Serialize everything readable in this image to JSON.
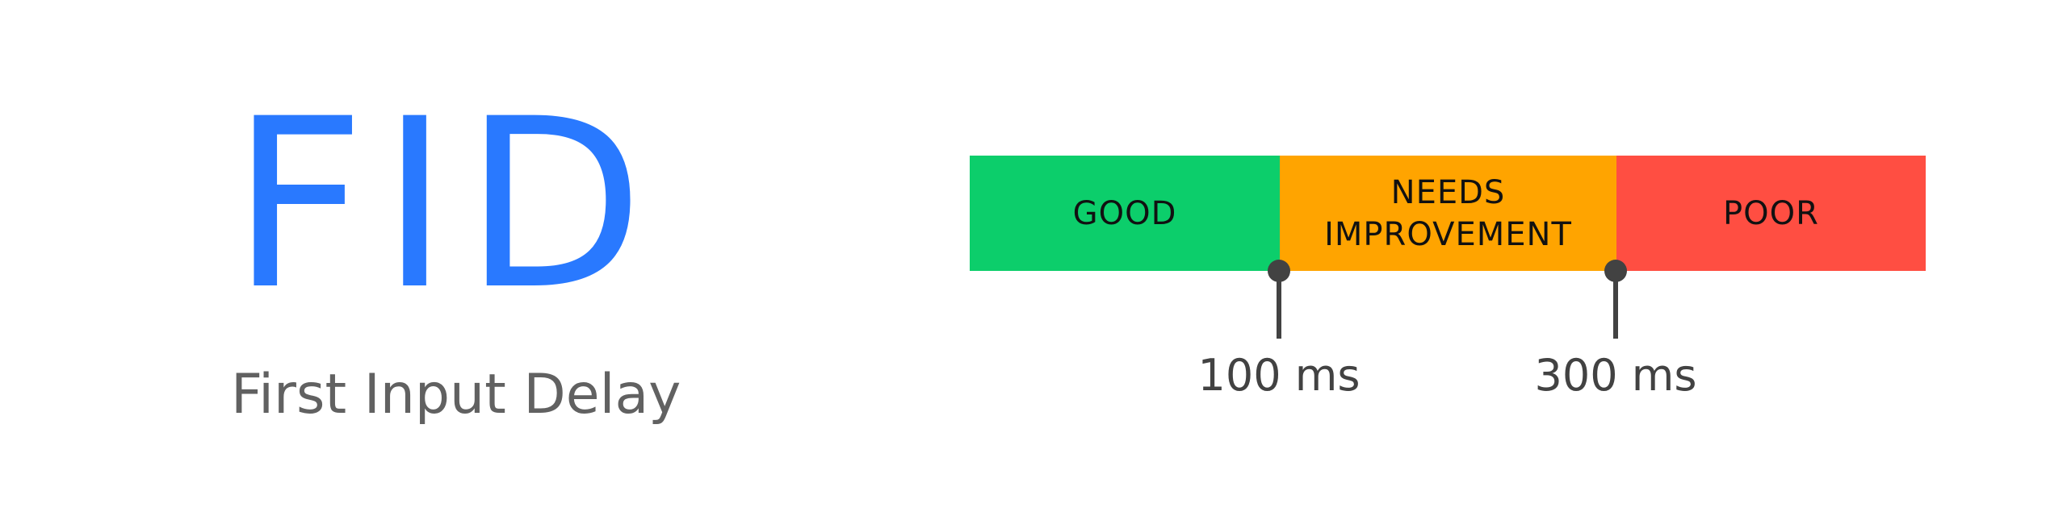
{
  "metric": {
    "abbreviation": "FID",
    "name": "First Input Delay",
    "color": "#2979ff"
  },
  "scale": {
    "segments": [
      {
        "label": "GOOD",
        "color": "#0cce6b"
      },
      {
        "label": "NEEDS\nIMPROVEMENT",
        "color": "#ffa400"
      },
      {
        "label": "POOR",
        "color": "#ff4e42"
      }
    ],
    "thresholds": [
      {
        "label": "100 ms"
      },
      {
        "label": "300 ms"
      }
    ],
    "marker_color": "#424242"
  }
}
